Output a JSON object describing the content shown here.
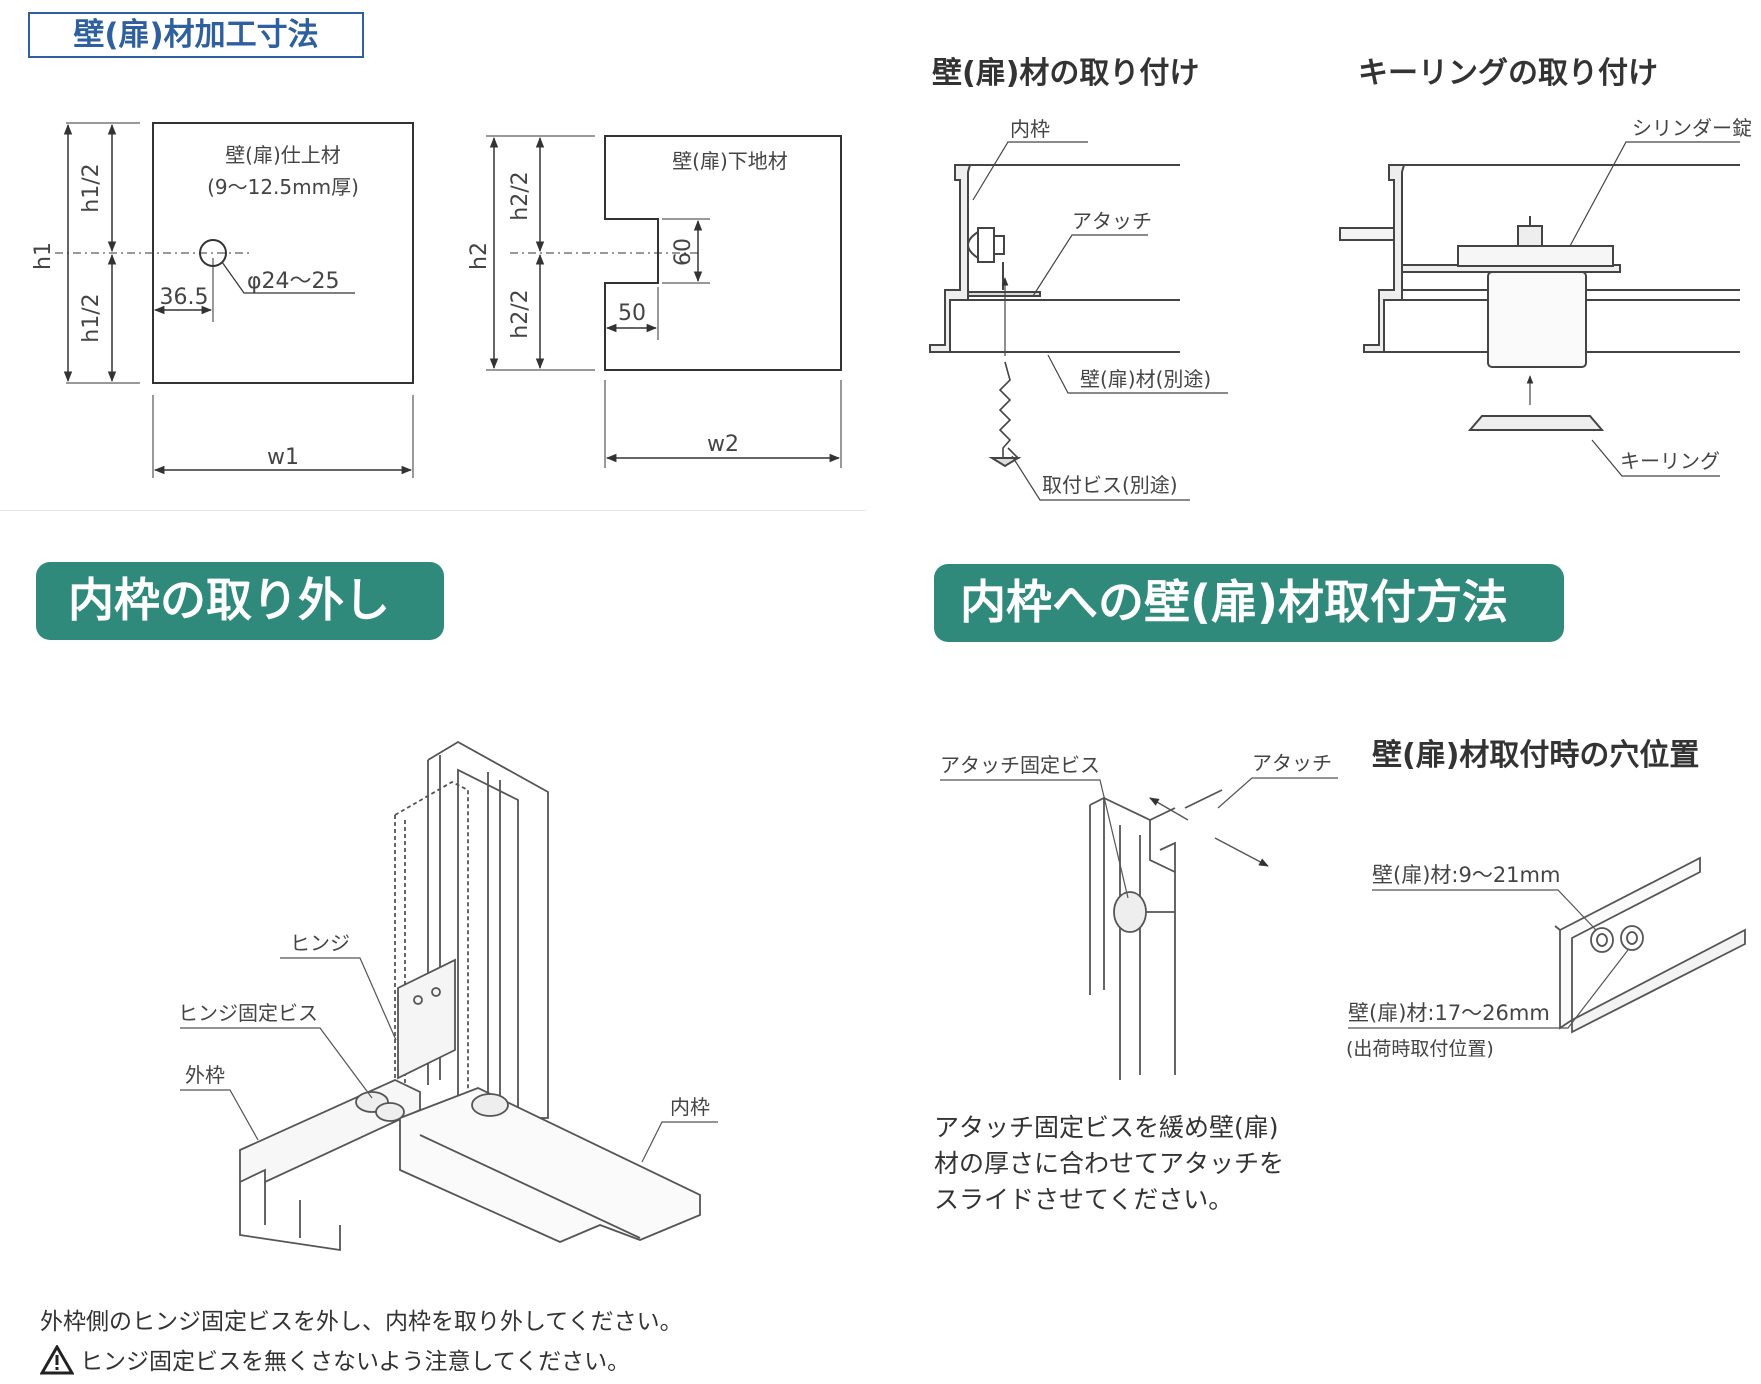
{
  "sections": {
    "dimensions": {
      "title": "壁(扉)材加工寸法",
      "finish_panel": {
        "name": "壁(扉)仕上材",
        "thickness": "(9～12.5mm厚)",
        "dim_h": "h1",
        "dim_half_top": "h1/2",
        "dim_half_bottom": "h1/2",
        "dim_offset": "36.5",
        "dim_hole": "φ24～25",
        "dim_w": "w1"
      },
      "base_panel": {
        "name": "壁(扉)下地材",
        "dim_h": "h2",
        "dim_half_top": "h2/2",
        "dim_half_bottom": "h2/2",
        "dim_notch_h": "60",
        "dim_notch_w": "50",
        "dim_w": "w2"
      }
    },
    "wall_install": {
      "title": "壁(扉)材の取り付け",
      "labels": {
        "inner_frame": "内枠",
        "attach": "アタッチ",
        "wall_material": "壁(扉)材(別途)",
        "screw": "取付ビス(別途)"
      }
    },
    "keyring_install": {
      "title": "キーリングの取り付け",
      "labels": {
        "cylinder": "シリンダー錠",
        "keyring": "キーリング"
      }
    },
    "remove_frame": {
      "title": "内枠の取り外し",
      "labels": {
        "hinge": "ヒンジ",
        "hinge_screw": "ヒンジ固定ビス",
        "outer_frame": "外枠",
        "inner_frame": "内枠"
      },
      "note_1": "外枠側のヒンジ固定ビスを外し、内枠を取り外してください。",
      "note_2": "ヒンジ固定ビスを無くさないよう注意してください。",
      "warning_icon": "warning-triangle-icon"
    },
    "attach_method": {
      "title": "内枠への壁(扉)材取付方法",
      "labels": {
        "attach_screw": "アタッチ固定ビス",
        "attach": "アタッチ"
      },
      "note_line_1": "アタッチ固定ビスを緩め壁(扉)",
      "note_line_2": "材の厚さに合わせてアタッチを",
      "note_line_3": "スライドさせてください。"
    },
    "hole_position": {
      "title": "壁(扉)材取付時の穴位置",
      "label_thin": "壁(扉)材:9～21mm",
      "label_thick": "壁(扉)材:17～26mm",
      "label_thick_note": "(出荷時取付位置)"
    }
  },
  "colors": {
    "pill_bg": "#2f8a7c",
    "title_blue": "#2e5f9e",
    "line": "#555555"
  }
}
